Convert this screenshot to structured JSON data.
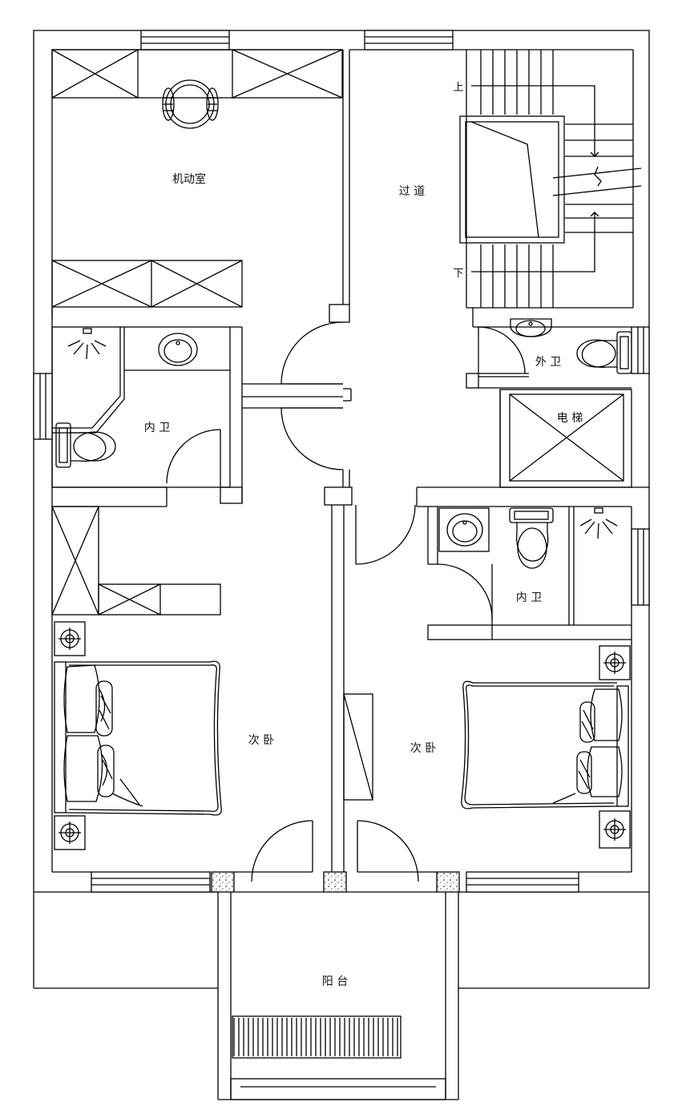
{
  "rooms": {
    "machine_room": "机动室",
    "corridor": "过 道",
    "inner_bath_left": "内 卫",
    "outer_bath": "外 卫",
    "elevator": "电 梯",
    "inner_bath_right": "内 卫",
    "bedroom_left": "次 卧",
    "bedroom_right": "次 卧",
    "balcony": "阳 台"
  },
  "stairs": {
    "up_label": "上",
    "down_label": "下"
  }
}
